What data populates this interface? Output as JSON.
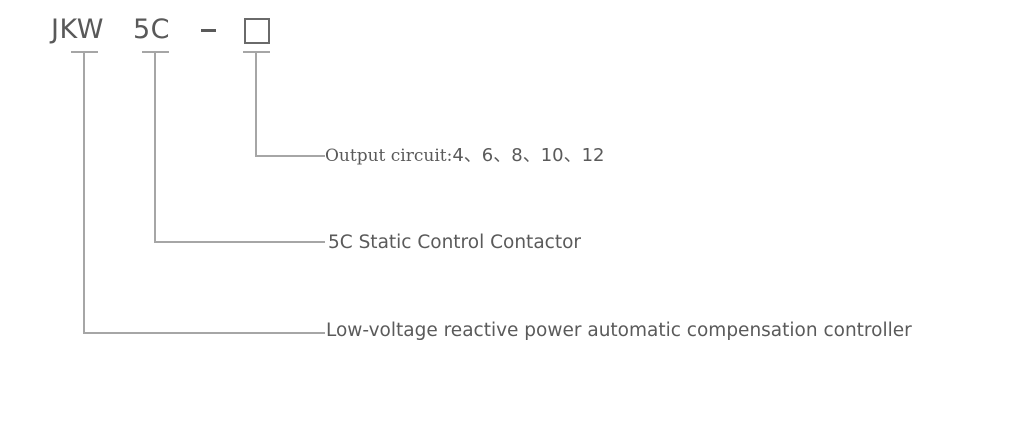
{
  "diagram": {
    "type": "model-designation",
    "model_code": {
      "series": "JKW",
      "variant": "5C",
      "separator": "-",
      "placeholder_symbol": "□"
    },
    "descriptions": [
      {
        "segment": "placeholder",
        "label_prefix": "Output circuit:",
        "label_values": "4、6、8、10、12"
      },
      {
        "segment": "5C",
        "label": "5C Static Control Contactor"
      },
      {
        "segment": "JKW",
        "label": "Low-voltage reactive power automatic compensation controller"
      }
    ],
    "colors": {
      "text": "#5a5a5a",
      "lines": "#a6a6a6",
      "background": "#ffffff"
    }
  }
}
